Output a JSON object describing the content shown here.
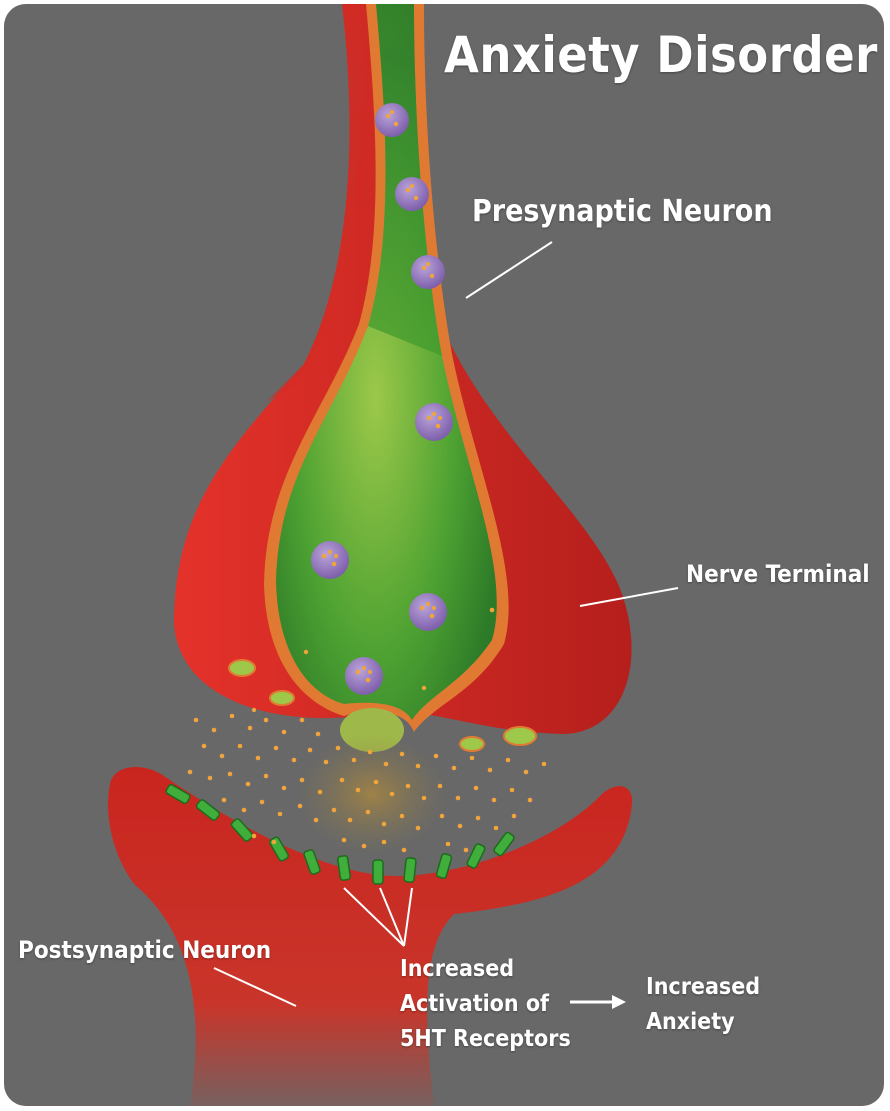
{
  "title": "Anxiety Disorder",
  "labels": {
    "presynaptic": "Presynaptic Neuron",
    "nerve_terminal": "Nerve Terminal",
    "postsynaptic": "Postsynaptic Neuron",
    "activation": [
      "Increased",
      "Activation of",
      "5HT Receptors"
    ],
    "result": [
      "Increased",
      "Anxiety"
    ]
  },
  "colors": {
    "background": "#686868",
    "neuron": "#d42a23",
    "vesicle_interior": "#3f9b2c",
    "vesicle": "#9a7fc0",
    "neurotransmitter": "#f0a43a",
    "receptor": "#3fae3a"
  }
}
